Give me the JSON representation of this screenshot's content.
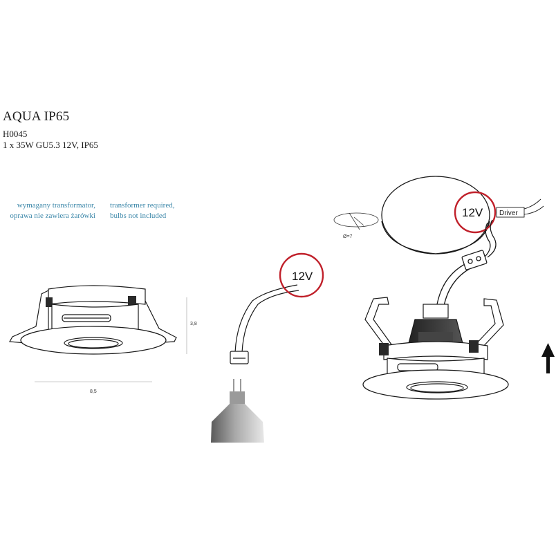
{
  "product": {
    "name": "AQUA IP65",
    "code": "H0045",
    "spec": "1 x 35W GU5.3 12V, IP65"
  },
  "notes": {
    "polish": "wymagany transformator,\noprawa nie zawiera żarówki",
    "english": "transformer required,\nbulbs not included"
  },
  "dimensions": {
    "height": "3,8",
    "width": "8,5",
    "cutout": "Ø=7"
  },
  "labels": {
    "voltage_bulb": "12V",
    "voltage_driver": "12V",
    "driver": "Driver"
  },
  "colors": {
    "note_text": "#3a86a8",
    "highlight_circle": "#c0202a",
    "line_art": "#1a1a1a"
  },
  "icons": {
    "up_arrow": "arrow-up-icon"
  }
}
